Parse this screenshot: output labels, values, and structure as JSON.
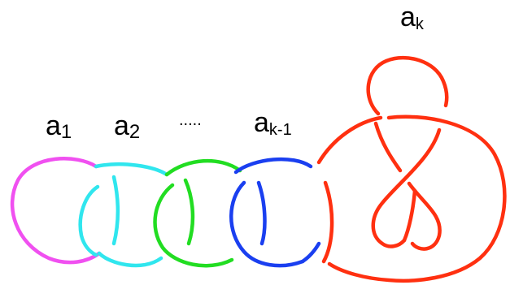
{
  "labels": {
    "a1": {
      "base": "a",
      "sub": "1"
    },
    "a2": {
      "base": "a",
      "sub": "2"
    },
    "ellipsis": ".....",
    "akm1": {
      "base": "a",
      "sub": "k-1"
    },
    "ak": {
      "base": "a",
      "sub": "k"
    }
  },
  "colors": {
    "loop_1": "#f050f0",
    "loop_2": "#30e6ee",
    "loop_3": "#22dd22",
    "loop_4": "#1a3ff0",
    "knot_k": "#ff3010",
    "text": "#000000"
  }
}
